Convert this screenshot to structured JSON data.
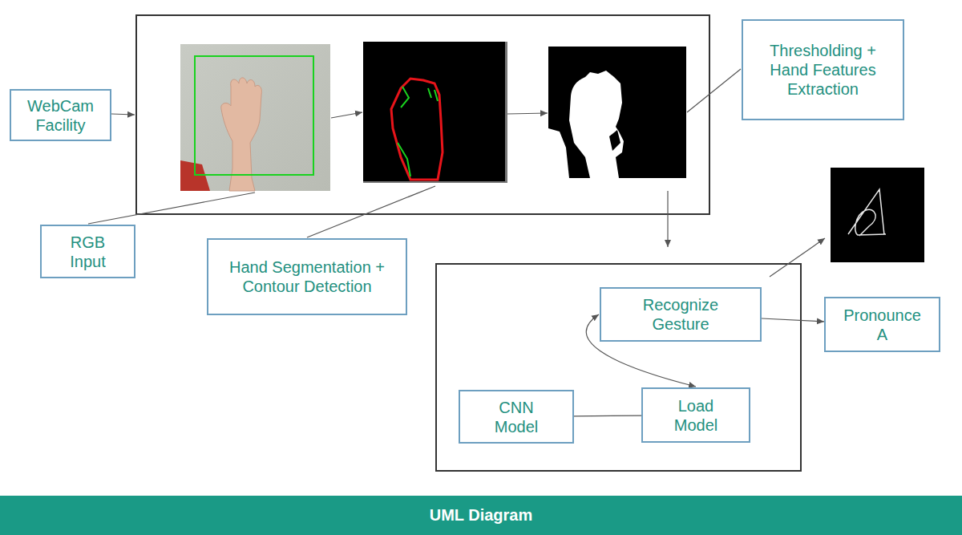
{
  "diagram": {
    "caption": "UML Diagram",
    "nodes": [
      {
        "text": [
          "WebCam Facility"
        ]
      },
      {
        "text": [
          "Thresholding + Hand Features Extraction"
        ]
      },
      {
        "text": [
          "RGB Input"
        ]
      },
      {
        "text": [
          "Hand Segmentation + Contour Detection"
        ]
      },
      {
        "text": [
          "Recognize Gesture"
        ]
      },
      {
        "text": [
          "Pronounce A"
        ]
      },
      {
        "text": [
          "CNN Model"
        ]
      },
      {
        "text": [
          "Load Model"
        ]
      }
    ],
    "edges": [
      {
        "from": 4,
        "to": 7,
        "arrow": "both"
      },
      {
        "from": 6,
        "to": 7,
        "arrow": "none"
      },
      {
        "from": 4,
        "to": 5,
        "arrow": "to"
      }
    ]
  }
}
